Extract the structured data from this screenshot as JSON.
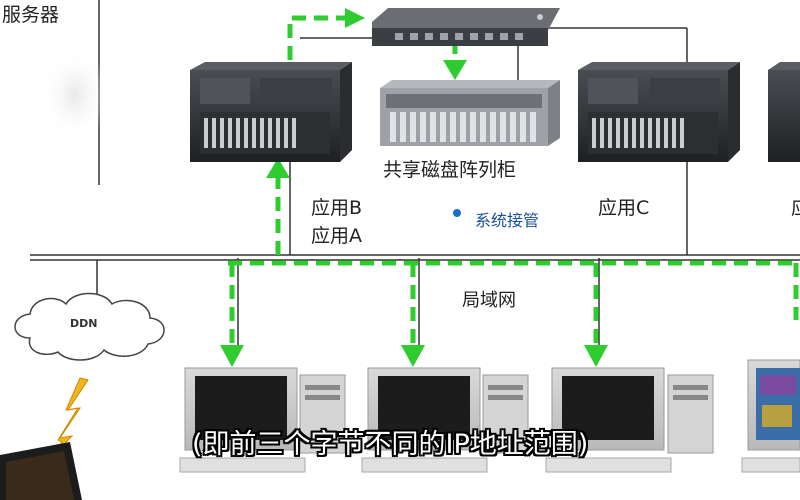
{
  "labels": {
    "servers_heading": "服务器",
    "shared_disk": "共享磁盘阵列柜",
    "app_b": "应用B",
    "app_a": "应用A",
    "app_c": "应用C",
    "takeover": "系统接管",
    "lan": "局域网",
    "ddn": "DDN"
  },
  "subtitle": "(即前三个字节不同的IP地址范围)",
  "colors": {
    "green_flow": "#2ecc2e",
    "line": "#333333",
    "takeover_dot": "#1a6fd0",
    "takeover_text": "#1a4fa0"
  },
  "icons": [
    "server-rack-icon",
    "network-switch-icon",
    "disk-array-icon",
    "workstation-icon",
    "cloud-icon",
    "lightning-icon",
    "laptop-icon"
  ]
}
